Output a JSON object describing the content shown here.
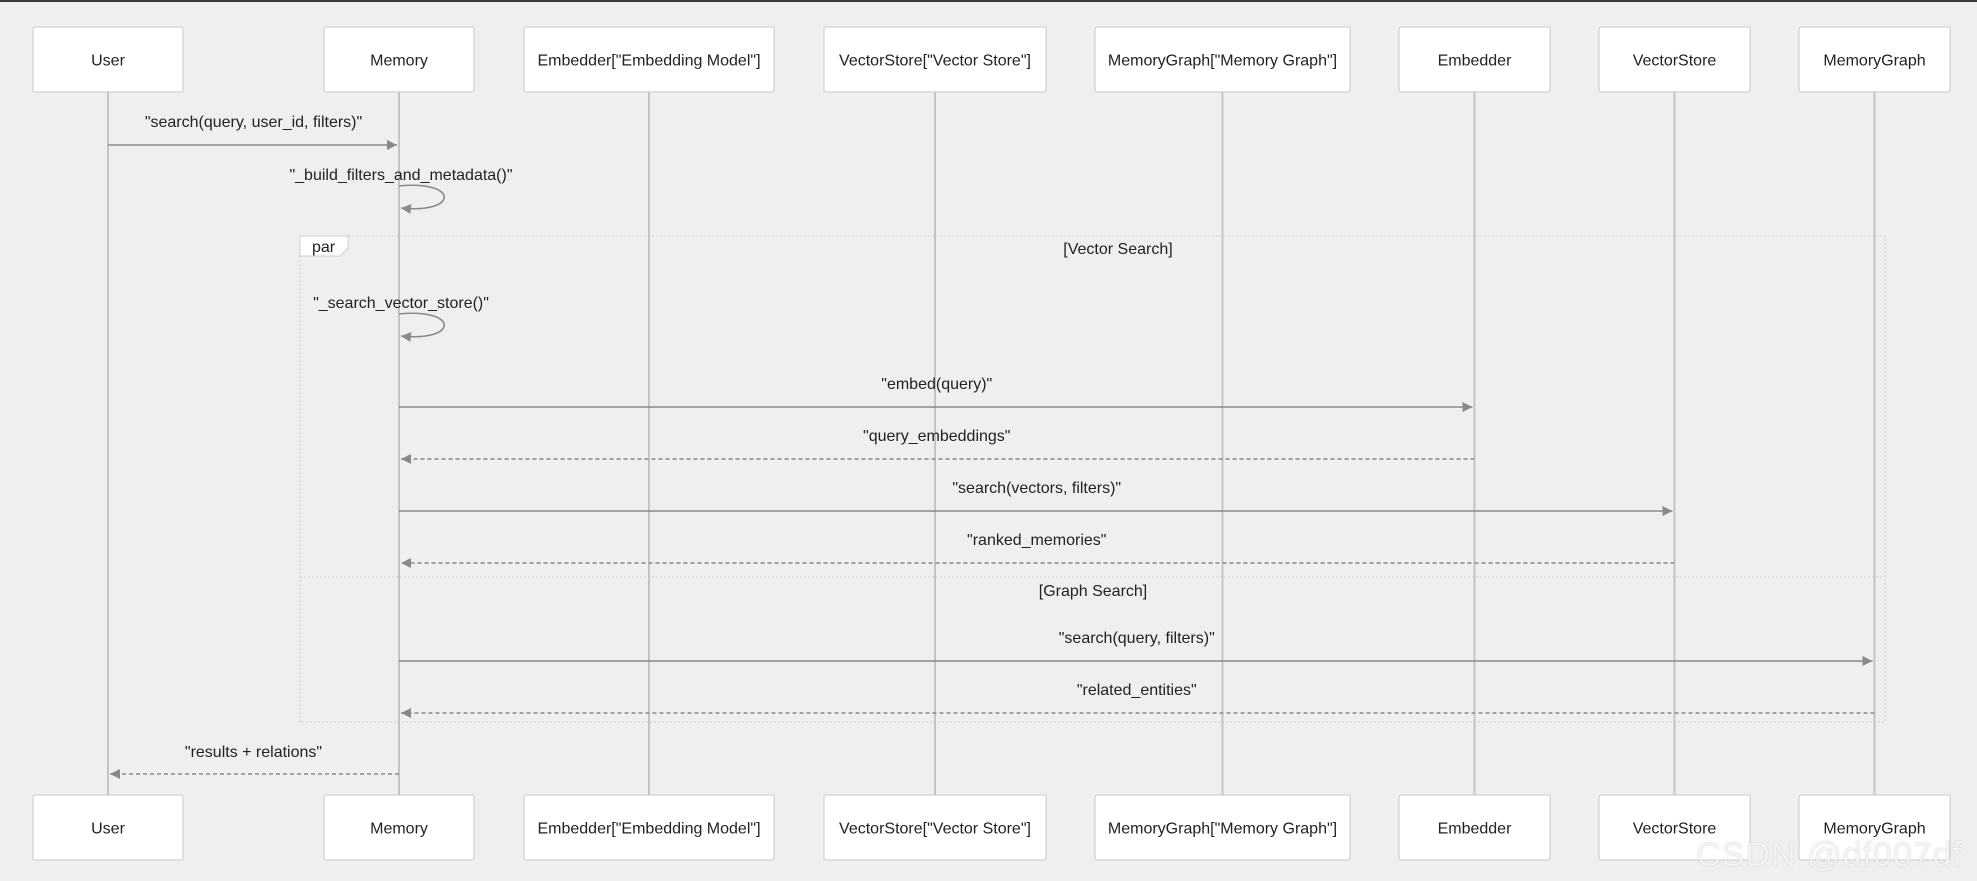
{
  "participants": [
    {
      "label": "User"
    },
    {
      "label": "Memory"
    },
    {
      "label": "Embedder[\"Embedding Model\"]"
    },
    {
      "label": "VectorStore[\"Vector Store\"]"
    },
    {
      "label": "MemoryGraph[\"Memory Graph\"]"
    },
    {
      "label": "Embedder"
    },
    {
      "label": "VectorStore"
    },
    {
      "label": "MemoryGraph"
    }
  ],
  "messages": [
    {
      "from": 0,
      "to": 1,
      "text": "\"search(query, user_id, filters)\"",
      "style": "solid"
    },
    {
      "from": 1,
      "to": 1,
      "text": "\"_build_filters_and_metadata()\"",
      "style": "self"
    },
    {
      "from": 1,
      "to": 1,
      "text": "\"_search_vector_store()\"",
      "style": "self"
    },
    {
      "from": 1,
      "to": 5,
      "text": "\"embed(query)\"",
      "style": "solid"
    },
    {
      "from": 5,
      "to": 1,
      "text": "\"query_embeddings\"",
      "style": "dashed"
    },
    {
      "from": 1,
      "to": 6,
      "text": "\"search(vectors, filters)\"",
      "style": "solid"
    },
    {
      "from": 6,
      "to": 1,
      "text": "\"ranked_memories\"",
      "style": "dashed"
    },
    {
      "from": 1,
      "to": 7,
      "text": "\"search(query, filters)\"",
      "style": "solid"
    },
    {
      "from": 7,
      "to": 1,
      "text": "\"related_entities\"",
      "style": "dashed"
    },
    {
      "from": 1,
      "to": 0,
      "text": "\"results + relations\"",
      "style": "dashed"
    }
  ],
  "par_frame": {
    "label": "par",
    "sections": [
      "[Vector Search]",
      "[Graph Search]"
    ]
  },
  "watermark": "CSDN @df007df",
  "colors": {
    "background": "#f0efee",
    "line": "#8a8a8a",
    "lifeline": "#c4c4c4",
    "box_border": "#c9c9c9"
  }
}
